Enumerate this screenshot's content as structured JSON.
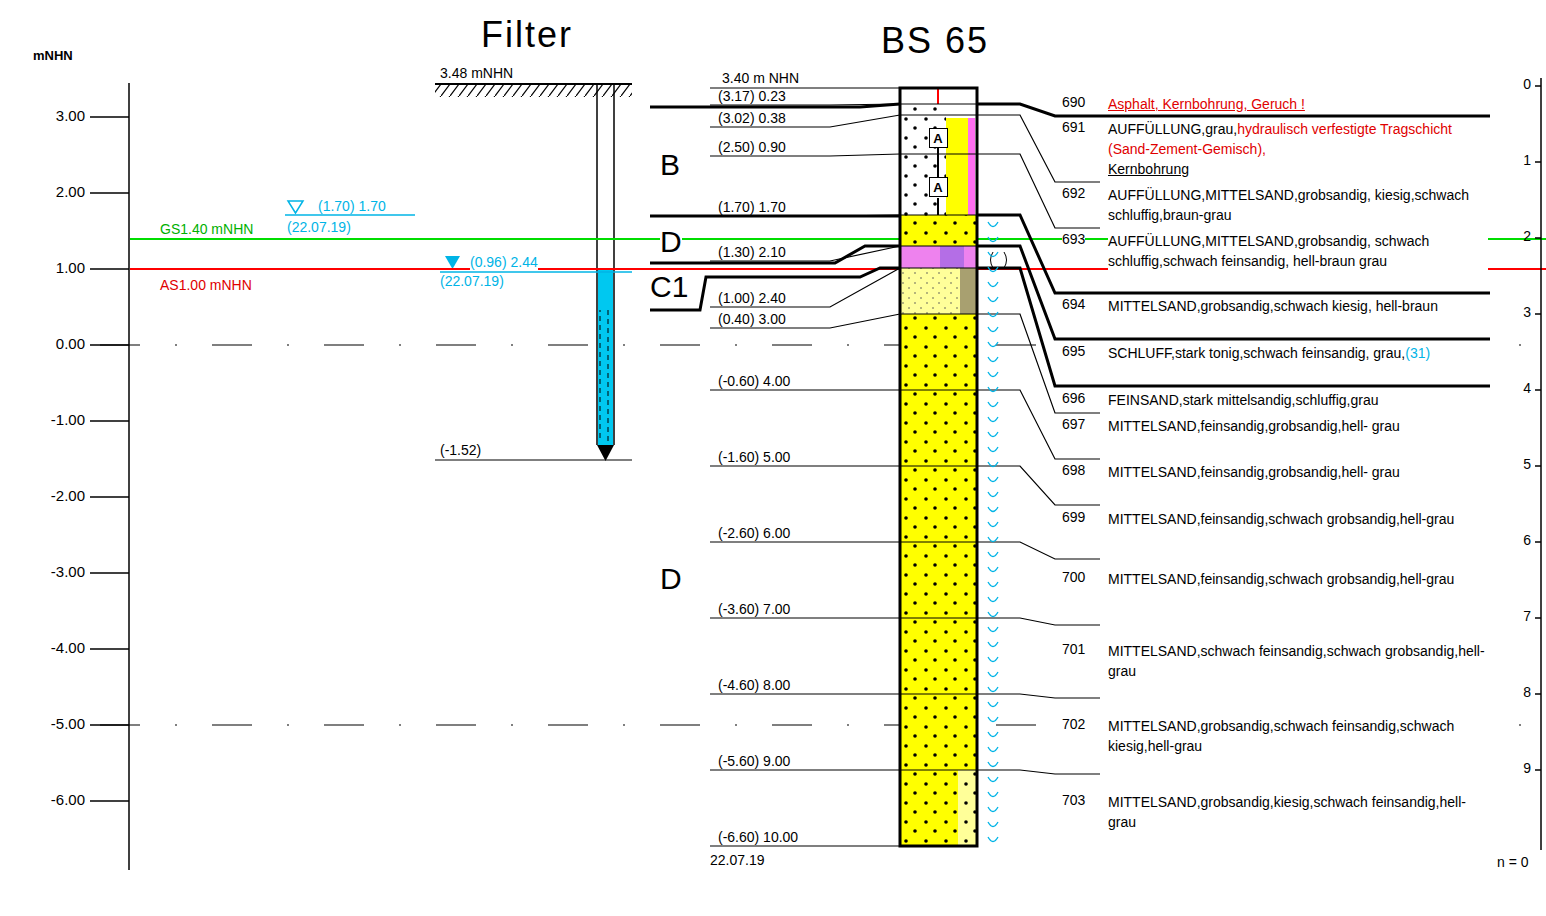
{
  "diagram": {
    "title": "BS 65",
    "nodes": [
      {
        "text": [
          "A"
        ]
      },
      {
        "text": [
          "A"
        ]
      }
    ],
    "edges": [
      {
        "from": 0,
        "to": 1,
        "arrow": "none"
      }
    ],
    "labels": [
      "mNHN",
      "3.00",
      "2.00",
      "1.00",
      "0.00",
      "-1.00",
      "-2.00",
      "-3.00",
      "-4.00",
      "-5.00",
      "-6.00",
      "GS1.40 mNHN",
      "AS1.00 mNHN",
      "Filter",
      "3.48 mNHN",
      "(-1.52)",
      "(1.70) 1.70",
      "(22.07.19)",
      "(0.96) 2.44",
      "(22.07.19)",
      "3.40 m NHN",
      "(3.17) 0.23",
      "(3.02) 0.38",
      "(2.50) 0.90",
      "(1.70) 1.70",
      "(1.30) 2.10",
      "(1.00) 2.40",
      "(0.40) 3.00",
      "(-0.60) 4.00",
      "(-1.60) 5.00",
      "(-2.60) 6.00",
      "(-3.60) 7.00",
      "(-4.60) 8.00",
      "(-5.60) 9.00",
      "(-6.60) 10.00",
      "22.07.19",
      "B",
      "D",
      "C1",
      "D",
      "690",
      "Asphalt, Kernbohrung, Geruch !",
      "691",
      "AUFFÜLLUNG,grau,",
      "hydraulisch verfestigte Tragschicht (Sand-Zement-Gemisch),",
      "Kernbohrung",
      "692",
      "AUFFÜLLUNG,MITTELSAND,grobsandig, kiesig,schwach schluffig,braun-grau",
      "693",
      "AUFFÜLLUNG,MITTELSAND,grobsandig, schwach schluffig,schwach feinsandig, hell-braun grau",
      "694",
      "MITTELSAND,grobsandig,schwach kiesig, hell-braun",
      "695",
      "SCHLUFF,stark tonig,schwach feinsandig, grau,",
      "(31)",
      "696",
      "FEINSAND,stark mittelsandig,schluffig,grau",
      "697",
      "MITTELSAND,feinsandig,grobsandig,hell- grau",
      "698",
      "MITTELSAND,feinsandig,grobsandig,hell- grau",
      "699",
      "MITTELSAND,feinsandig,schwach grobsandig,hell-grau",
      "700",
      "MITTELSAND,feinsandig,schwach grobsandig,hell-grau",
      "701",
      "MITTELSAND,schwach feinsandig,schwach grobsandig,hell-grau",
      "702",
      "MITTELSAND,grobsandig,schwach feinsandig,schwach kiesig,hell-grau",
      "703",
      "MITTELSAND,grobsandig,kiesig,schwach feinsandig,hell-grau",
      "0",
      "1",
      "2",
      "3",
      "4",
      "5",
      "6",
      "7",
      "8",
      "9",
      "n = 0"
    ]
  }
}
